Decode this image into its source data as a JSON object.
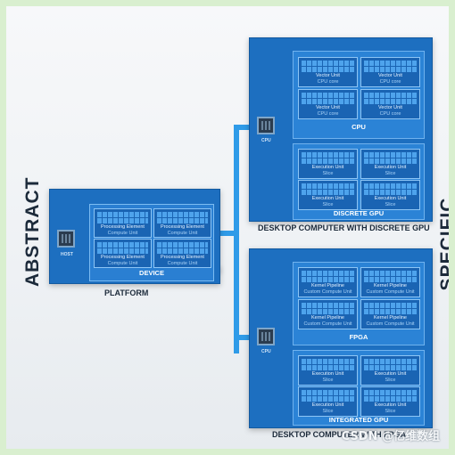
{
  "side_labels": {
    "left": "ABSTRACT",
    "right": "SPECIFIC"
  },
  "platform": {
    "title": "PLATFORM",
    "host_label": "HOST",
    "device": {
      "label": "DEVICE",
      "cells": [
        {
          "line1": "Processing Element",
          "line2": "Compute Unit"
        },
        {
          "line1": "Processing Element",
          "line2": "Compute Unit"
        },
        {
          "line1": "Processing Element",
          "line2": "Compute Unit"
        },
        {
          "line1": "Processing Element",
          "line2": "Compute Unit"
        }
      ]
    }
  },
  "discrete_gpu_system": {
    "title": "DESKTOP COMPUTER WITH DISCRETE GPU",
    "host_label": "CPU",
    "cpu": {
      "label": "CPU",
      "cells": [
        {
          "line1": "Vector Unit",
          "line2": "CPU core"
        },
        {
          "line1": "Vector Unit",
          "line2": "CPU core"
        },
        {
          "line1": "Vector Unit",
          "line2": "CPU core"
        },
        {
          "line1": "Vector Unit",
          "line2": "CPU core"
        }
      ]
    },
    "gpu": {
      "label": "DISCRETE GPU",
      "cells": [
        {
          "line1": "Execution Unit",
          "line2": "Slice"
        },
        {
          "line1": "Execution Unit",
          "line2": "Slice"
        },
        {
          "line1": "Execution Unit",
          "line2": "Slice"
        },
        {
          "line1": "Execution Unit",
          "line2": "Slice"
        }
      ]
    }
  },
  "fpga_system": {
    "title": "DESKTOP COMPUTER WITH FPGA",
    "host_label": "CPU",
    "fpga": {
      "label": "FPGA",
      "cells": [
        {
          "line1": "Kernel Pipeline",
          "line2": "Custom Compute Unit"
        },
        {
          "line1": "Kernel Pipeline",
          "line2": "Custom Compute Unit"
        },
        {
          "line1": "Kernel Pipeline",
          "line2": "Custom Compute Unit"
        },
        {
          "line1": "Kernel Pipeline",
          "line2": "Custom Compute Unit"
        }
      ]
    },
    "igpu": {
      "label": "INTEGRATED GPU",
      "cells": [
        {
          "line1": "Execution Unit",
          "line2": "Slice"
        },
        {
          "line1": "Execution Unit",
          "line2": "Slice"
        },
        {
          "line1": "Execution Unit",
          "line2": "Slice"
        },
        {
          "line1": "Execution Unit",
          "line2": "Slice"
        }
      ]
    }
  },
  "watermark": "CSDN @亿维数组"
}
